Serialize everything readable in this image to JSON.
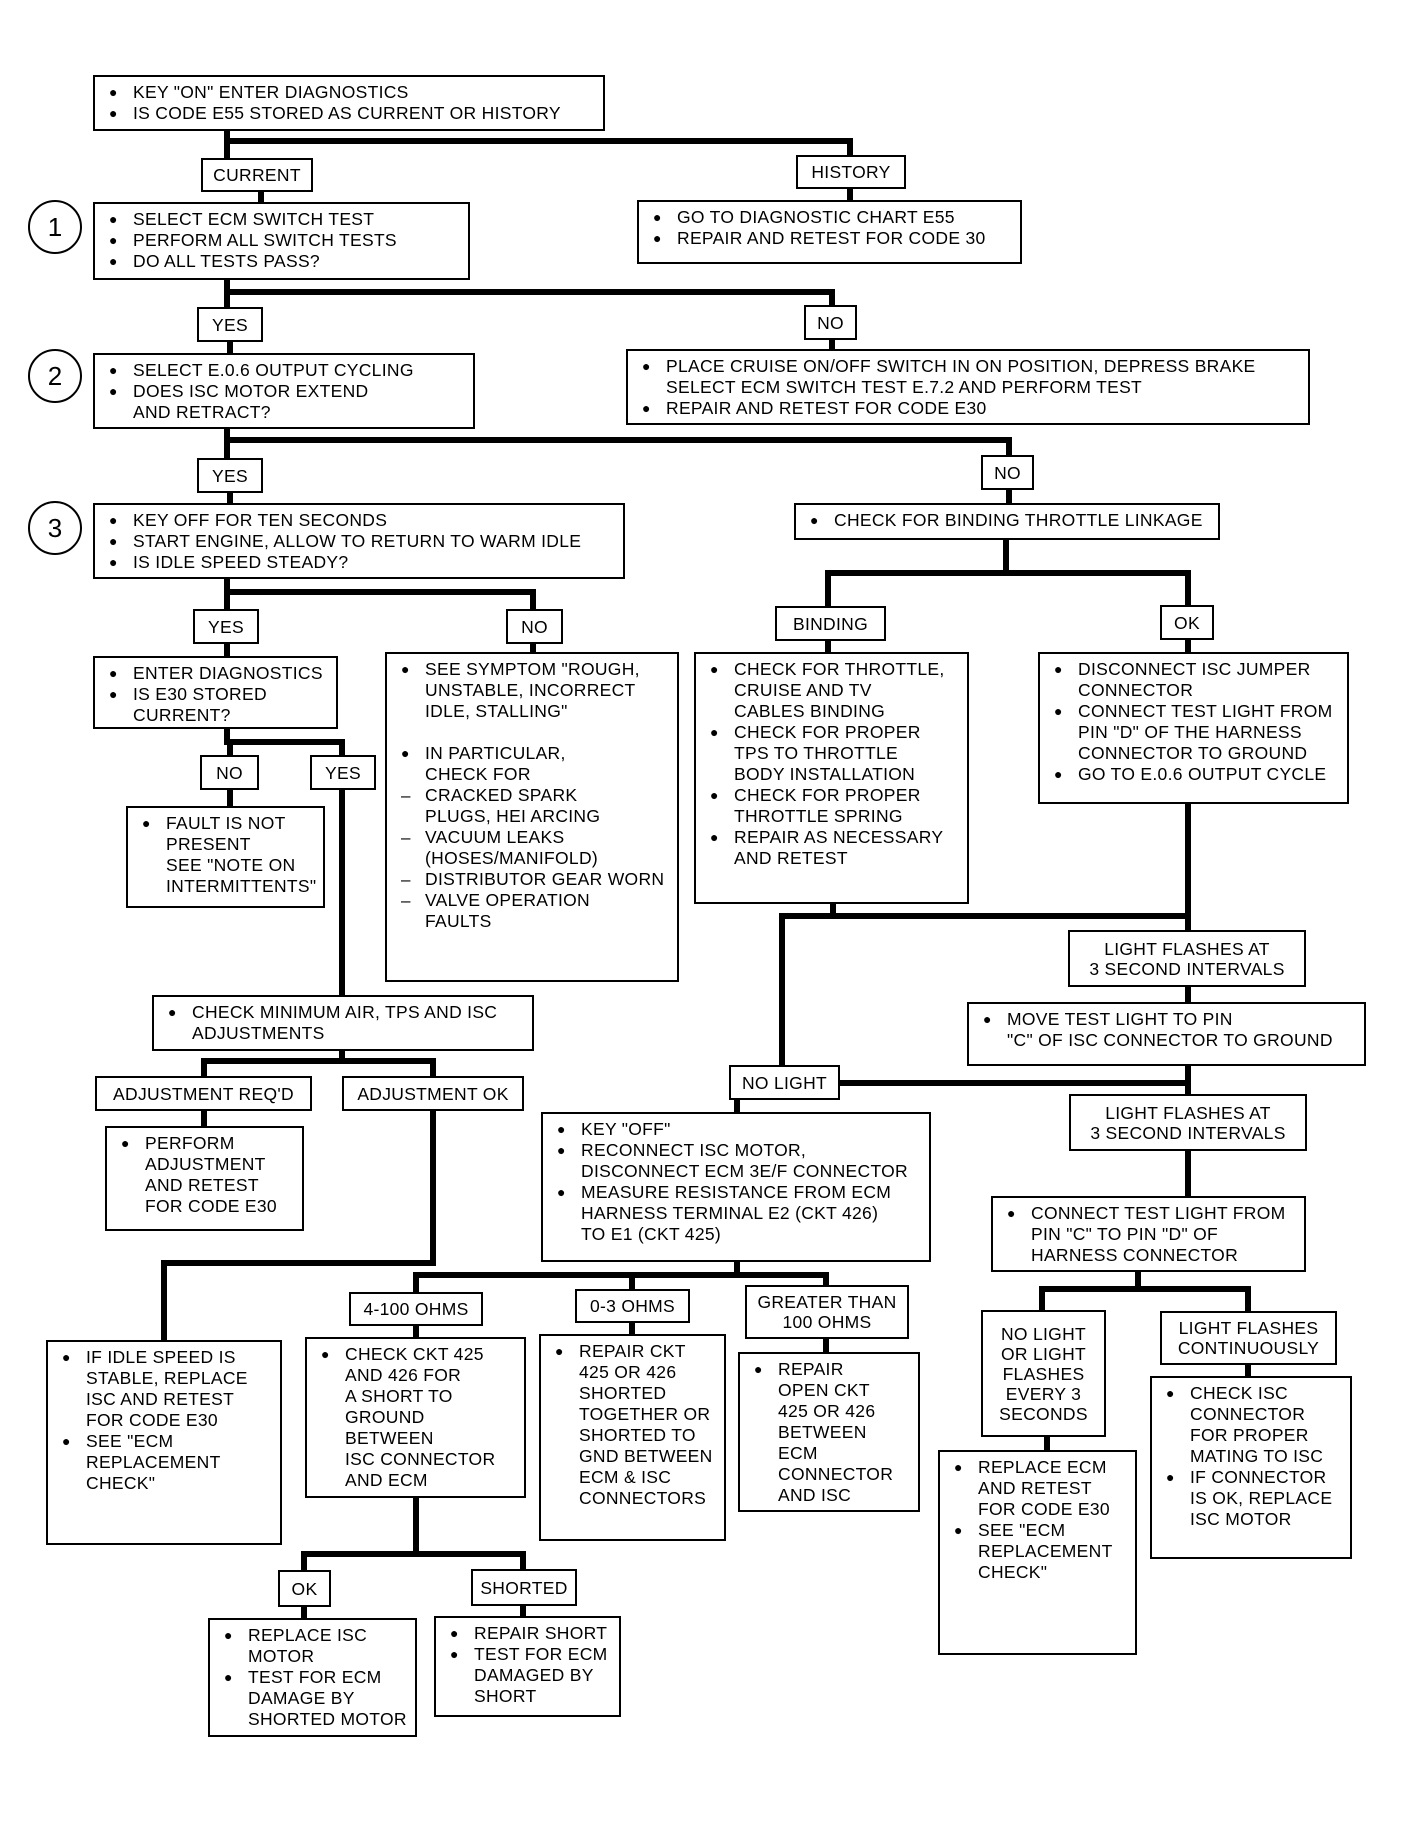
{
  "steps": {
    "s1": "1",
    "s2": "2",
    "s3": "3"
  },
  "boxes": {
    "start": [
      "KEY \"ON\" ENTER DIAGNOSTICS",
      "IS CODE E55 STORED AS CURRENT OR HISTORY"
    ],
    "switch_test": [
      "SELECT ECM SWITCH TEST",
      "PERFORM ALL SWITCH TESTS",
      "DO ALL TESTS PASS?"
    ],
    "history_action": [
      "GO TO DIAGNOSTIC CHART E55",
      "REPAIR AND RETEST FOR CODE 30"
    ],
    "output_cycling": [
      "SELECT E.0.6 OUTPUT CYCLING",
      "DOES ISC MOTOR EXTEND\nAND RETRACT?"
    ],
    "cruise_switch": [
      "PLACE CRUISE ON/OFF SWITCH IN ON POSITION, DEPRESS BRAKE\nSELECT ECM SWITCH TEST E.7.2 AND PERFORM TEST",
      "REPAIR AND RETEST FOR CODE E30"
    ],
    "key_off": [
      "KEY OFF FOR TEN SECONDS",
      "START ENGINE, ALLOW TO RETURN TO WARM IDLE",
      "IS IDLE SPEED STEADY?"
    ],
    "throttle_linkage": [
      "CHECK FOR BINDING THROTTLE LINKAGE"
    ],
    "enter_diag": [
      "ENTER DIAGNOSTICS",
      "IS E30 STORED\nCURRENT?"
    ],
    "symptom": [
      "SEE  SYMPTOM \"ROUGH,\nUNSTABLE, INCORRECT\nIDLE, STALLING\"",
      "IN PARTICULAR,\nCHECK FOR"
    ],
    "symptom_dashes": [
      "CRACKED SPARK\nPLUGS, HEI ARCING",
      "VACUUM LEAKS\n(HOSES/MANIFOLD)",
      "DISTRIBUTOR GEAR WORN",
      "VALVE OPERATION\nFAULTS"
    ],
    "binding_checks": [
      "CHECK FOR THROTTLE,\nCRUISE AND TV\nCABLES BINDING",
      "CHECK FOR PROPER\nTPS TO THROTTLE\nBODY INSTALLATION",
      "CHECK FOR PROPER\nTHROTTLE SPRING",
      "REPAIR AS NECESSARY\nAND RETEST"
    ],
    "disconnect_jumper": [
      "DISCONNECT ISC JUMPER\nCONNECTOR",
      "CONNECT TEST LIGHT FROM\nPIN \"D\" OF THE HARNESS\nCONNECTOR TO GROUND",
      "GO TO E.0.6 OUTPUT CYCLE"
    ],
    "fault_not_present": [
      "FAULT IS NOT\nPRESENT\nSEE \"NOTE ON\nINTERMITTENTS\""
    ],
    "min_air": [
      "CHECK MINIMUM AIR, TPS AND ISC\nADJUSTMENTS"
    ],
    "move_test_light": [
      "MOVE TEST LIGHT TO PIN\n\"C\" OF ISC CONNECTOR TO GROUND"
    ],
    "perform_adjustment": [
      "PERFORM\nADJUSTMENT\nAND RETEST\nFOR CODE E30"
    ],
    "key_off_reconnect": [
      "KEY \"OFF\"",
      "RECONNECT ISC MOTOR,\nDISCONNECT ECM 3E/F CONNECTOR",
      "MEASURE RESISTANCE FROM ECM\nHARNESS TERMINAL E2 (CKT 426)\nTO E1 (CKT 425)"
    ],
    "connect_c_to_d": [
      "CONNECT TEST LIGHT FROM\nPIN \"C\" TO PIN \"D\" OF\nHARNESS CONNECTOR"
    ],
    "idle_stable": [
      "IF IDLE SPEED IS\nSTABLE, REPLACE\nISC AND RETEST\nFOR CODE E30",
      "SEE \"ECM\nREPLACEMENT\nCHECK\""
    ],
    "check_ckt": [
      "CHECK CKT 425\nAND 426 FOR\nA SHORT TO\nGROUND BETWEEN\nISC CONNECTOR\nAND ECM"
    ],
    "repair_shorted": [
      "REPAIR CKT\n425 OR 426\nSHORTED\nTOGETHER OR\nSHORTED TO\nGND BETWEEN\nECM & ISC\nCONNECTORS"
    ],
    "repair_open": [
      "REPAIR\nOPEN CKT\n425 OR 426\nBETWEEN ECM\nCONNECTOR\nAND ISC"
    ],
    "replace_ecm": [
      "REPLACE ECM\nAND RETEST\nFOR CODE E30",
      "SEE \"ECM\nREPLACEMENT\nCHECK\""
    ],
    "check_isc_conn": [
      "CHECK ISC\nCONNECTOR\nFOR PROPER\nMATING TO ISC",
      "IF CONNECTOR\nIS OK, REPLACE\nISC MOTOR"
    ],
    "replace_isc": [
      "REPLACE ISC\nMOTOR",
      "TEST FOR ECM\nDAMAGE BY\nSHORTED MOTOR"
    ],
    "repair_short": [
      "REPAIR SHORT",
      "TEST FOR ECM\nDAMAGED BY\nSHORT"
    ]
  },
  "labels": {
    "current": "CURRENT",
    "history": "HISTORY",
    "yes1": "YES",
    "no1": "NO",
    "yes2": "YES",
    "no2": "NO",
    "yes3": "YES",
    "no3": "NO",
    "binding": "BINDING",
    "ok1": "OK",
    "no4": "NO",
    "yes4": "YES",
    "light_flashes1": "LIGHT FLASHES AT\n3 SECOND INTERVALS",
    "adj_reqd": "ADJUSTMENT REQ'D",
    "adj_ok": "ADJUSTMENT OK",
    "no_light": "NO LIGHT",
    "light_flashes2": "LIGHT FLASHES AT\n3 SECOND INTERVALS",
    "ohms_4_100": "4-100 OHMS",
    "ohms_0_3": "0-3 OHMS",
    "greater_100": "GREATER THAN\n100 OHMS",
    "no_light_or": "NO LIGHT\nOR LIGHT\nFLASHES\nEVERY 3\nSECONDS",
    "light_continuous": "LIGHT FLASHES\nCONTINUOUSLY",
    "ok2": "OK",
    "shorted": "SHORTED"
  }
}
